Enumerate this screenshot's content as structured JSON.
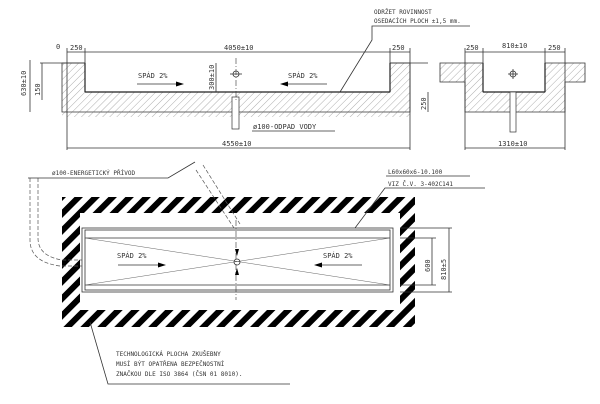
{
  "notes": {
    "flatness_line1": "ODRŽET ROVINNOST",
    "flatness_line2": "OSEDACÍCH PLOCH ±1,5 mm.",
    "drain": "ø100-ODPAD VODY",
    "energy": "ø100-ENERGETICKÝ PŘÍVOD",
    "angle_line1": "L60x60x6-10.100",
    "angle_line2": "VIZ Č.V. 3-402C141",
    "safety_line1": "TECHNOLOGICKÁ PLOCHA ZKUŠEBNY",
    "safety_line2": "MUSÍ BÝT OPATŘENA BEZPEČNOSTNÍ",
    "safety_line3": "ZNAČKOU DLE ISO 3864 (ČSN 01 8010)."
  },
  "long_section": {
    "dim_top": "4050±10",
    "dim_left_edge": "250",
    "dim_right_edge": "250",
    "dim_bottom": "4550±10",
    "dim_height": "630±10",
    "dim_150": "150",
    "dim_depth": "300±10",
    "dim_slab": "250",
    "dim_zero": "0",
    "slope_left": "SPÁD 2%",
    "slope_right": "SPÁD 2%"
  },
  "cross_section": {
    "dim_top": "810±10",
    "dim_left": "250",
    "dim_right": "250",
    "dim_bottom": "1310±10"
  },
  "plan": {
    "slope_left": "SPÁD 2%",
    "slope_right": "SPÁD 2%",
    "dim_inner": "600",
    "dim_outer": "810±5"
  }
}
